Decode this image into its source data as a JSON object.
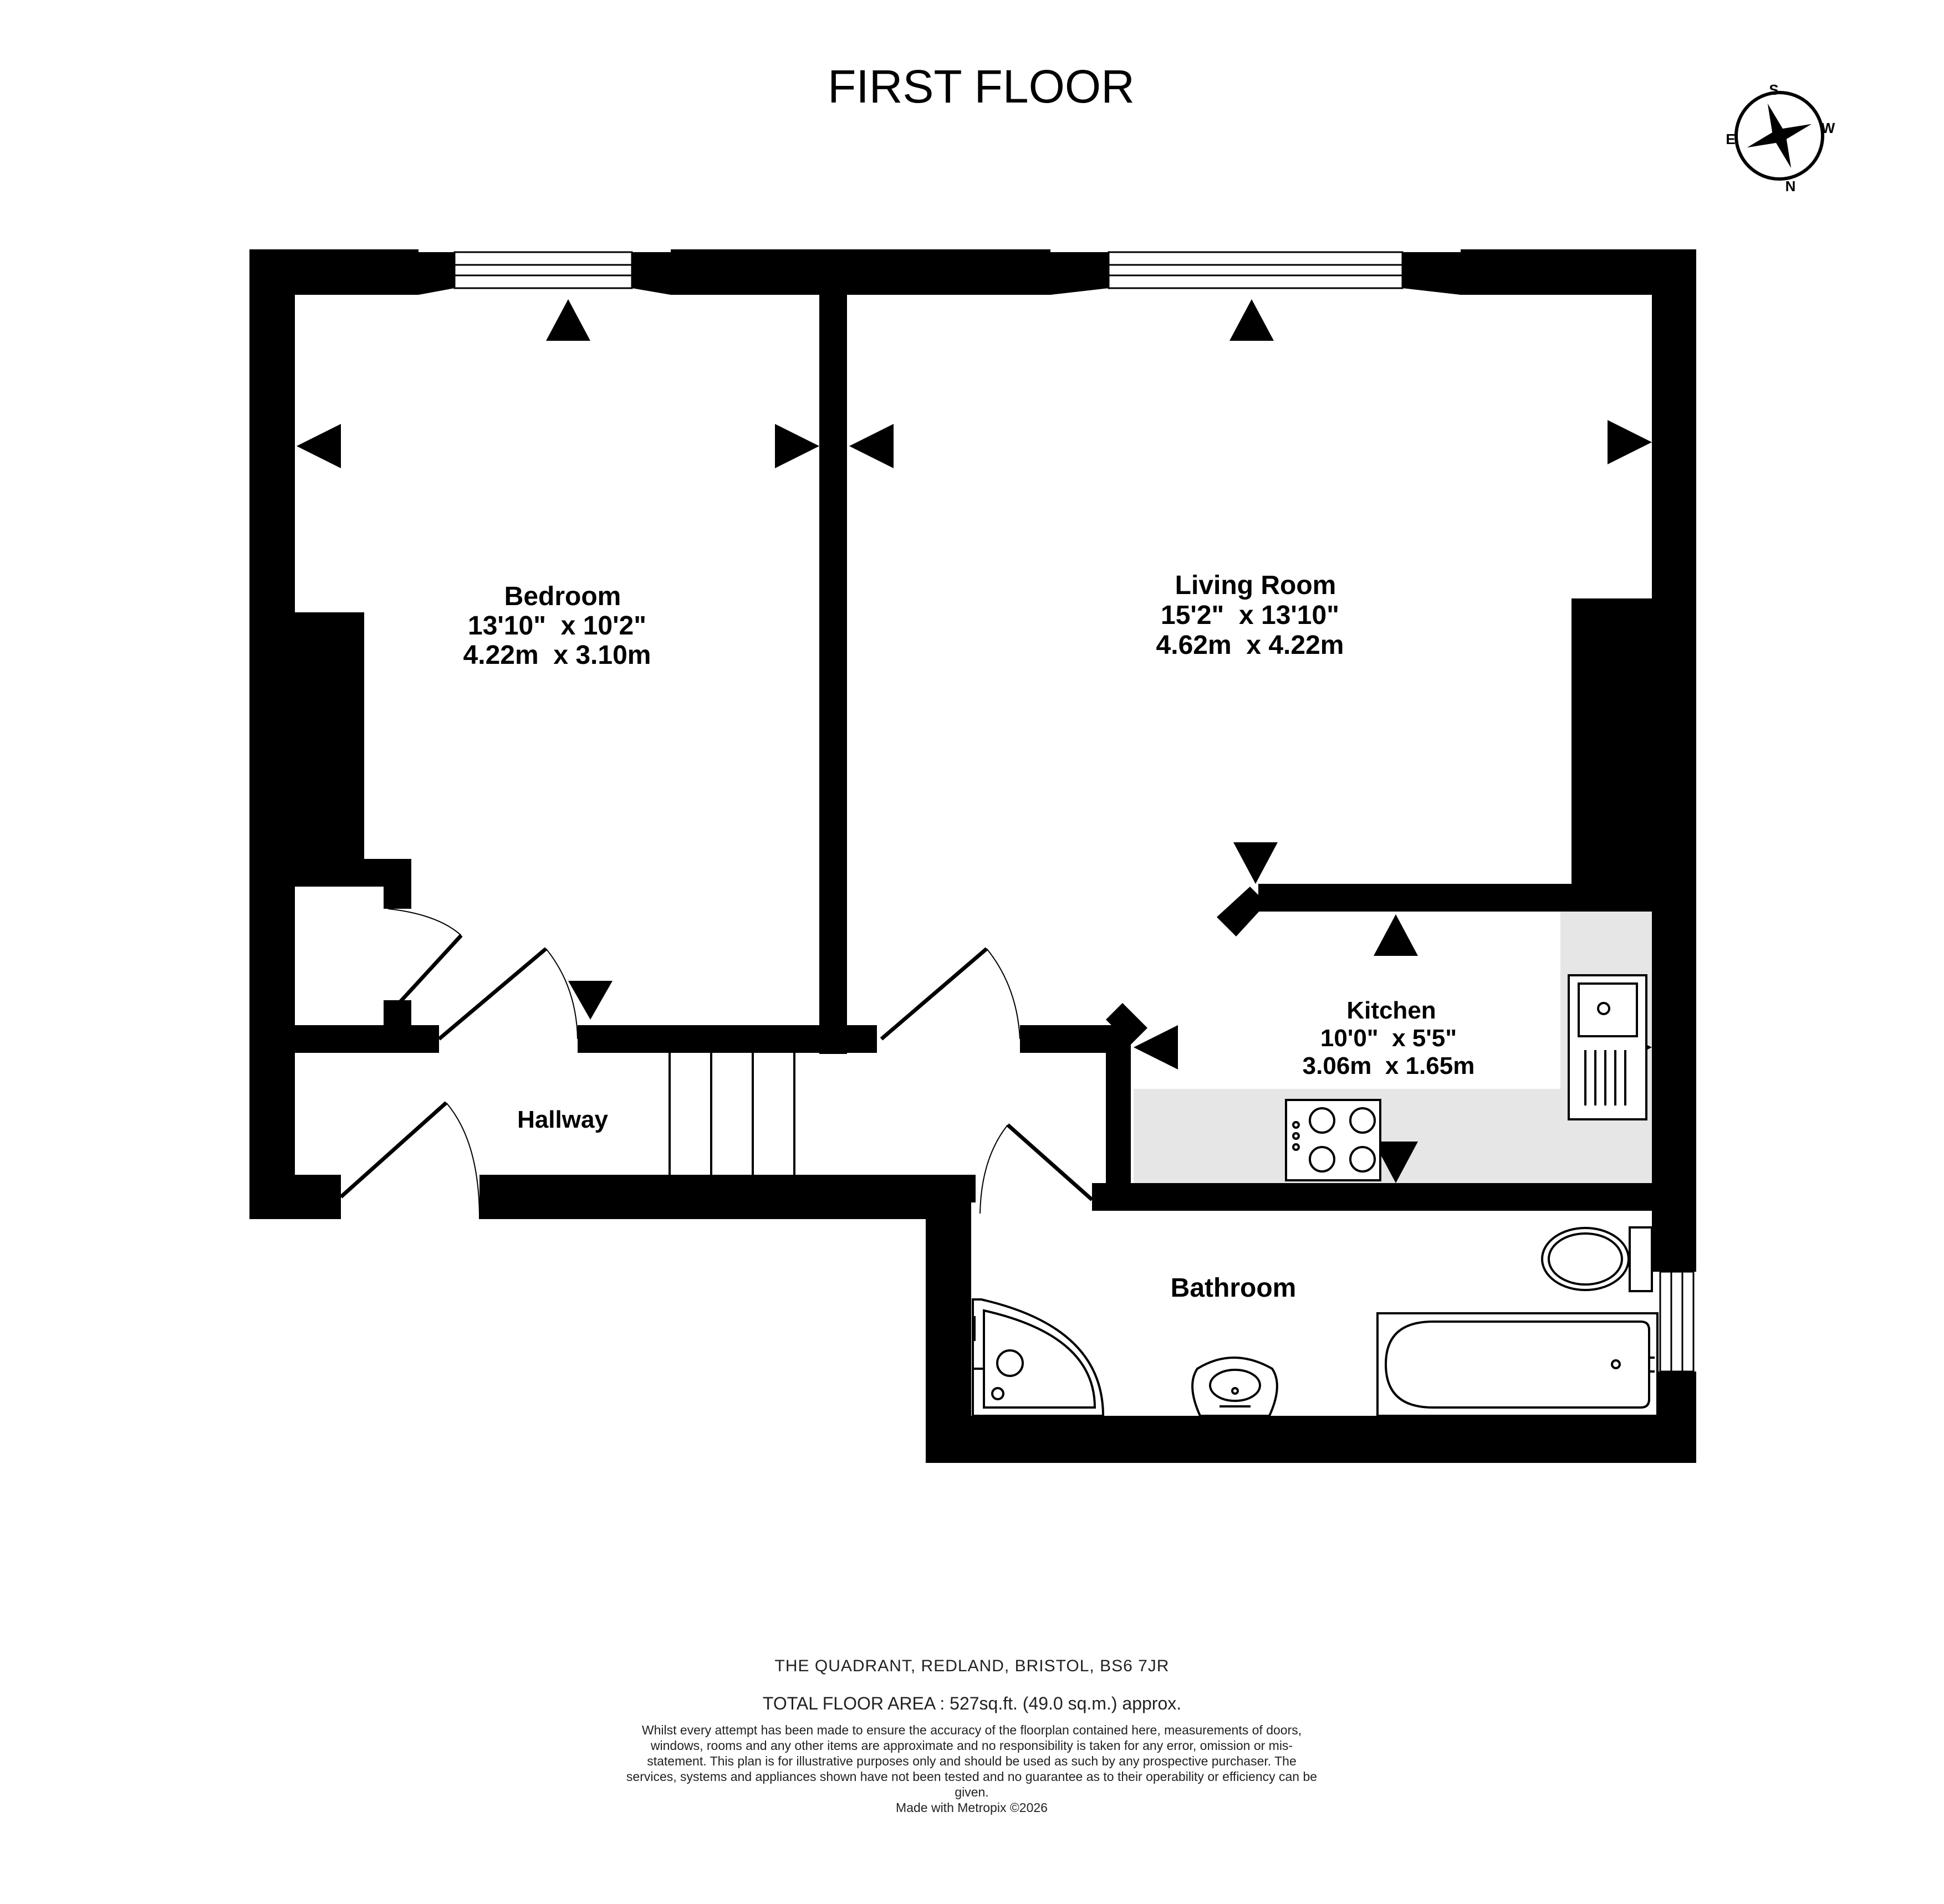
{
  "title": "FIRST FLOOR",
  "compass": {
    "letters": [
      "S",
      "W",
      "N",
      "E"
    ]
  },
  "rooms": {
    "bedroom": {
      "name": "Bedroom",
      "imperial": "13'10\"  x 10'2\"",
      "metric": "4.22m  x 3.10m"
    },
    "living_room": {
      "name": "Living Room",
      "imperial": "15'2\"  x 13'10\"",
      "metric": "4.62m  x 4.22m"
    },
    "kitchen": {
      "name": "Kitchen",
      "imperial": "10'0\"  x 5'5\"",
      "metric": "3.06m  x 1.65m"
    },
    "hallway": {
      "name": "Hallway"
    },
    "bathroom": {
      "name": "Bathroom"
    }
  },
  "footer": {
    "address": "THE QUADRANT, REDLAND, BRISTOL, BS6 7JR",
    "total_area": "TOTAL FLOOR AREA : 527sq.ft. (49.0 sq.m.) approx.",
    "disclaimer": "Whilst every attempt has been made to ensure the accuracy of the floorplan contained here, measurements of doors, windows, rooms and any other items are approximate and no responsibility is taken for any error, omission or mis-statement. This plan is for illustrative purposes only and should be used as such by any prospective purchaser. The services, systems and appliances shown have not been tested and no guarantee as to their operability or efficiency can be given.",
    "made_with": "Made with Metropix ©2026"
  },
  "colors": {
    "wall": "#000000",
    "kitchen_floor": "#e6e6e6",
    "background": "#ffffff"
  }
}
